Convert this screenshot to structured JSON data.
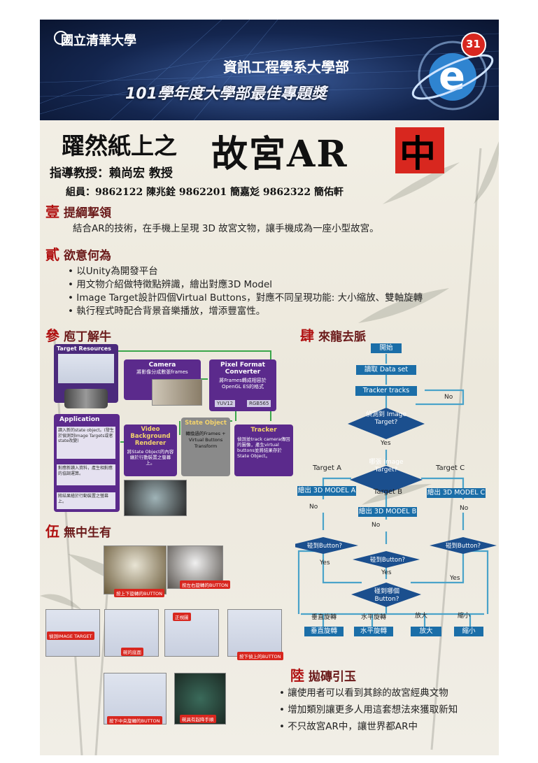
{
  "banner": {
    "university": "國立清華大學",
    "department": "資訊工程學系大學部",
    "award": "101學年度大學部最佳專題獎",
    "number": "31"
  },
  "title": {
    "part1": "躍然紙上之",
    "part2": "故宮AR",
    "part3": "中"
  },
  "advisor": "指導教授：賴尚宏 教授",
  "members": "組員：9862122 陳兆銓 9862201 簡嘉彣 9862322 簡佑軒",
  "sections": {
    "s1": {
      "num": "壹",
      "title": "提綱挈領",
      "text": "結合AR的技術，在手機上呈現 3D 故宮文物，讓手機成為一座小型故宮。"
    },
    "s2": {
      "num": "貳",
      "title": "欲意何為",
      "items": [
        "• 以Unity為開發平台",
        "• 用文物介紹做特徵點辨識，繪出對應3D Model",
        "• Image Target設計四個Virtual Buttons，對應不同呈現功能: 大小縮放、雙軸旋轉",
        "• 執行程式時配合背景音樂播放，增添豐富性。"
      ]
    },
    "s3": {
      "num": "參",
      "title": "庖丁解牛"
    },
    "s4": {
      "num": "肆",
      "title": "來龍去脈"
    },
    "s5": {
      "num": "伍",
      "title": "無中生有"
    },
    "s6": {
      "num": "陸",
      "title": "拋磚引玉",
      "items": [
        "• 讓使用者可以看到其餘的故宮經典文物",
        "• 增加類別讓更多人用這套想法來獲取新知",
        "• 不只故宮AR中，讓世界都AR中"
      ]
    }
  },
  "arch": {
    "target_resources": "Target Resources",
    "camera_title": "Camera",
    "camera_desc": "將影像分成數張frames",
    "pixel_title": "Pixel Format Converter",
    "pixel_desc": "將Frames轉成相容於OpenGL ES的格式",
    "yuv": "YUV12",
    "rgb": "RGB565",
    "application": "Application",
    "app_item1": "讀入新的state object。(發生於偵測到Image Targets或者state改變)",
    "app_item2": "對應新讀入資料，產生相對應的協調運算。",
    "app_item3": "將結果繪於行動裝置之螢幕上。",
    "video_title": "Video Background Renderer",
    "video_desc": "將State Object的內容繪於行動裝置之螢幕上。",
    "state_title": "State Object",
    "state_desc": "轉換過的Frames + Virtual Buttons Transform",
    "tracker_title": "Tracker",
    "tracker_desc": "偵測並track camera傳回的圖像，產生virtual buttons並將結果存於State Object。"
  },
  "flow": {
    "start": "開始",
    "read": "讀取 Data set",
    "tracker": "Tracker tracks",
    "detect": "偵測到 Image Target?",
    "which": "哪張 Image Target?",
    "ta": "Target A",
    "tb": "Target B",
    "tc": "Target C",
    "ma": "繪出 3D MODEL A",
    "mb": "繪出 3D MODEL B",
    "mc": "繪出 3D MODEL C",
    "btn": "碰到Button?",
    "which_btn": "碰到哪個 Button?",
    "yes": "Yes",
    "no": "No",
    "v_rot": "垂直旋轉",
    "h_rot": "水平旋轉",
    "zoom_in": "放大",
    "zoom_out": "縮小"
  },
  "demo": {
    "l1": "按上下旋轉的BUTTON",
    "l2": "按左右旋轉的BUTTON",
    "l3": "偵測IMAGE TARGET",
    "l4": "正視圖",
    "l5": "碗的底面",
    "l6": "按下偵上的BUTTON",
    "l7": "按下中央旋轉的BUTTON",
    "l8": "碗具有起降手順"
  }
}
